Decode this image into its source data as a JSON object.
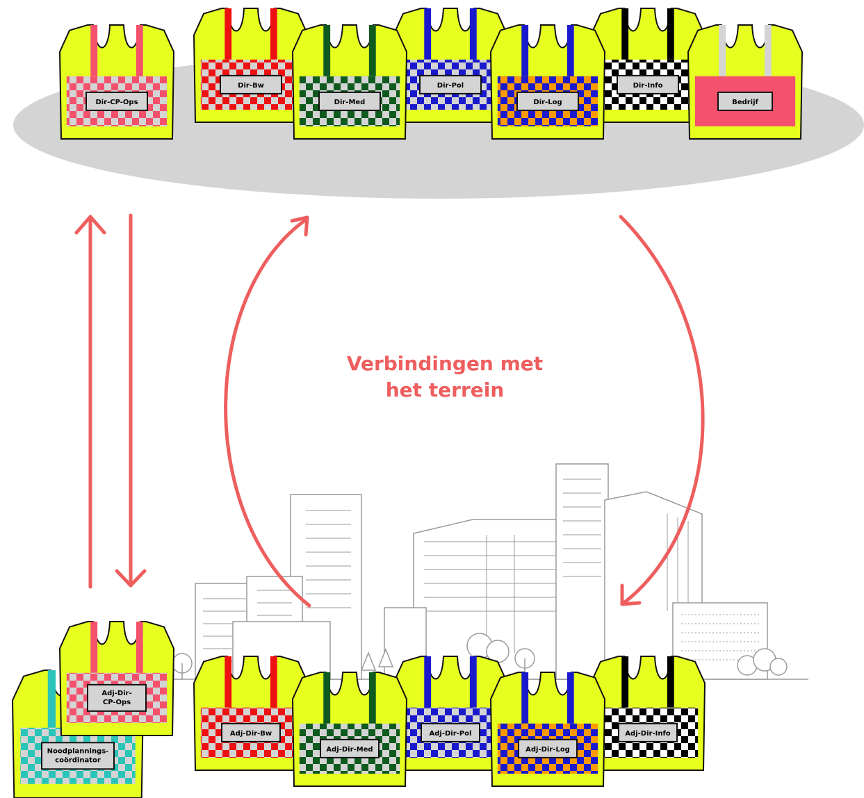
{
  "caption": {
    "line1": "Verbindingen met",
    "line2": "het terrein"
  },
  "colors": {
    "vest_body": "#e6ff1f",
    "arrow": "#ee5e5e",
    "ellipse": "#d4d4d4",
    "city_line": "#9a9a9a",
    "label_box": "#d4d4d4"
  },
  "top_vests": [
    {
      "label": "Dir-CP-Ops",
      "stripe": "#f4516c",
      "check1": "#f4516c",
      "check2": "#d4d4d4"
    },
    {
      "label": "Dir-Bw",
      "stripe": "#ee1111",
      "check1": "#ee1111",
      "check2": "#d4d4d4"
    },
    {
      "label": "Dir-Med",
      "stripe": "#0f5a1e",
      "check1": "#0f5a1e",
      "check2": "#d4d4d4"
    },
    {
      "label": "Dir-Pol",
      "stripe": "#1a1acc",
      "check1": "#1a1acc",
      "check2": "#d4d4d4"
    },
    {
      "label": "Dir-Log",
      "stripe": "#1a1acc",
      "check1": "#1a1acc",
      "check2": "#ff9900"
    },
    {
      "label": "Dir-Info",
      "stripe": "#000000",
      "check1": "#000000",
      "check2": "#ffffff"
    },
    {
      "label": "Bedrijf",
      "stripe": "#d4d4d4",
      "check1": "#f4516c",
      "check2": "#f4516c"
    }
  ],
  "bottom_vests": [
    {
      "label": "Noodplannings-coördinator",
      "label_lines": [
        "Noodplannings-",
        "coördinator"
      ],
      "stripe": "#2ac4b8",
      "check1": "#2ac4b8",
      "check2": "#d4d4d4"
    },
    {
      "label": "Adj-Dir-CP-Ops",
      "label_lines": [
        "Adj-Dir-",
        "CP-Ops"
      ],
      "stripe": "#f4516c",
      "check1": "#f4516c",
      "check2": "#d4d4d4"
    },
    {
      "label": "Adj-Dir-Bw",
      "label_lines": [
        "Adj-Dir-Bw"
      ],
      "stripe": "#ee1111",
      "check1": "#ee1111",
      "check2": "#d4d4d4"
    },
    {
      "label": "Adj-Dir-Med",
      "label_lines": [
        "Adj-Dir-Med"
      ],
      "stripe": "#0f5a1e",
      "check1": "#0f5a1e",
      "check2": "#d4d4d4"
    },
    {
      "label": "Adj-Dir-Pol",
      "label_lines": [
        "Adj-Dir-Pol"
      ],
      "stripe": "#1a1acc",
      "check1": "#1a1acc",
      "check2": "#d4d4d4"
    },
    {
      "label": "Adj-Dir-Log",
      "label_lines": [
        "Adj-Dir-Log"
      ],
      "stripe": "#1a1acc",
      "check1": "#1a1acc",
      "check2": "#ff9900"
    },
    {
      "label": "Adj-Dir-Info",
      "label_lines": [
        "Adj-Dir-Info"
      ],
      "stripe": "#000000",
      "check1": "#000000",
      "check2": "#ffffff"
    }
  ]
}
